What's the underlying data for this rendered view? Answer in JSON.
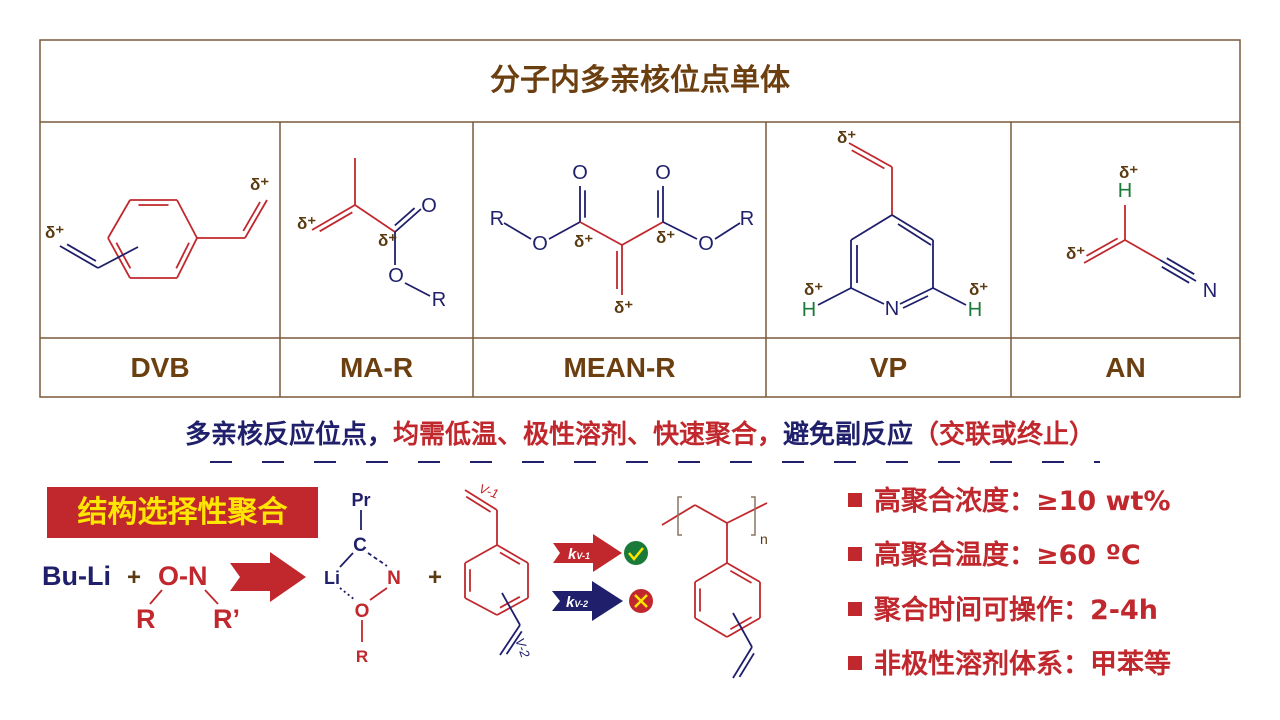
{
  "table": {
    "title": "分子内多亲核位点单体",
    "monomers": [
      {
        "name": "DVB"
      },
      {
        "name": "MA-R"
      },
      {
        "name": "MEAN-R"
      },
      {
        "name": "VP"
      },
      {
        "name": "AN"
      }
    ],
    "atoms": {
      "delta": "δ⁺",
      "O": "O",
      "R": "R",
      "N": "N",
      "H": "H"
    }
  },
  "summary": {
    "part1": "多亲核反应位点，",
    "part2": "均需低温、极性溶剂、快速聚合，",
    "part3": "避免副反应",
    "part4": "（交联或终止）"
  },
  "scheme": {
    "tag": "结构选择性聚合",
    "buli": "Bu-Li",
    "plus": "+",
    "on": "O-N",
    "r": "R",
    "r_prime": "R’",
    "complex": {
      "pr": "Pr",
      "c": "C",
      "li": "Li",
      "n": "N",
      "o": "O",
      "r": "R"
    },
    "v1": "V-1",
    "v2": "V-2",
    "k1": "k",
    "k1_sub": "V-1",
    "k2": "k",
    "k2_sub": "V-2",
    "n": "n",
    "colors": {
      "red": "#c0282d",
      "navy": "#1f1f6b",
      "green": "#1a7a3a",
      "yellow": "#ffe600"
    }
  },
  "bullets": [
    "高聚合浓度：≥10 wt%",
    "高聚合温度：≥60 ºC",
    "聚合时间可操作：2-4h",
    "非极性溶剂体系：甲苯等"
  ]
}
